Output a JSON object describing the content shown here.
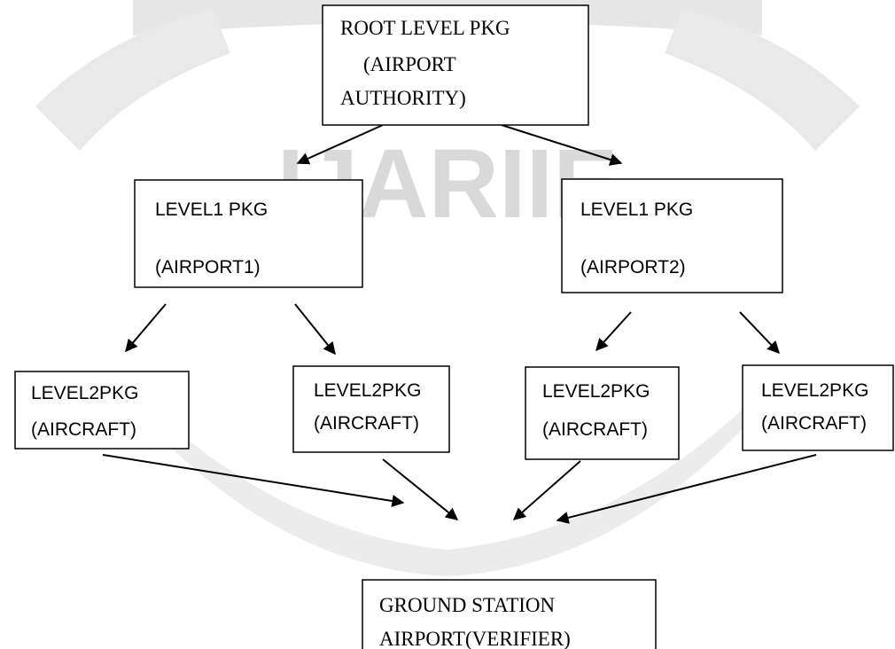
{
  "watermark": {
    "text": "IJARIIE",
    "color": "#d9d9d9"
  },
  "nodes": {
    "root": {
      "line1": "ROOT  LEVEL PKG",
      "line2": "(AIRPORT",
      "line3": "AUTHORITY)"
    },
    "level1_a": {
      "line1": "LEVEL1 PKG",
      "line2": "(AIRPORT1)"
    },
    "level1_b": {
      "line1": "LEVEL1 PKG",
      "line2": "(AIRPORT2)"
    },
    "level2_a": {
      "line1": "LEVEL2PKG",
      "line2": "(AIRCRAFT)"
    },
    "level2_b": {
      "line1": "LEVEL2PKG",
      "line2": "(AIRCRAFT)"
    },
    "level2_c": {
      "line1": "LEVEL2PKG",
      "line2": "(AIRCRAFT)"
    },
    "level2_d": {
      "line1": "LEVEL2PKG",
      "line2": "(AIRCRAFT)"
    },
    "ground": {
      "line1": "GROUND STATION",
      "line2": "AIRPORT(VERIFIER)"
    }
  }
}
